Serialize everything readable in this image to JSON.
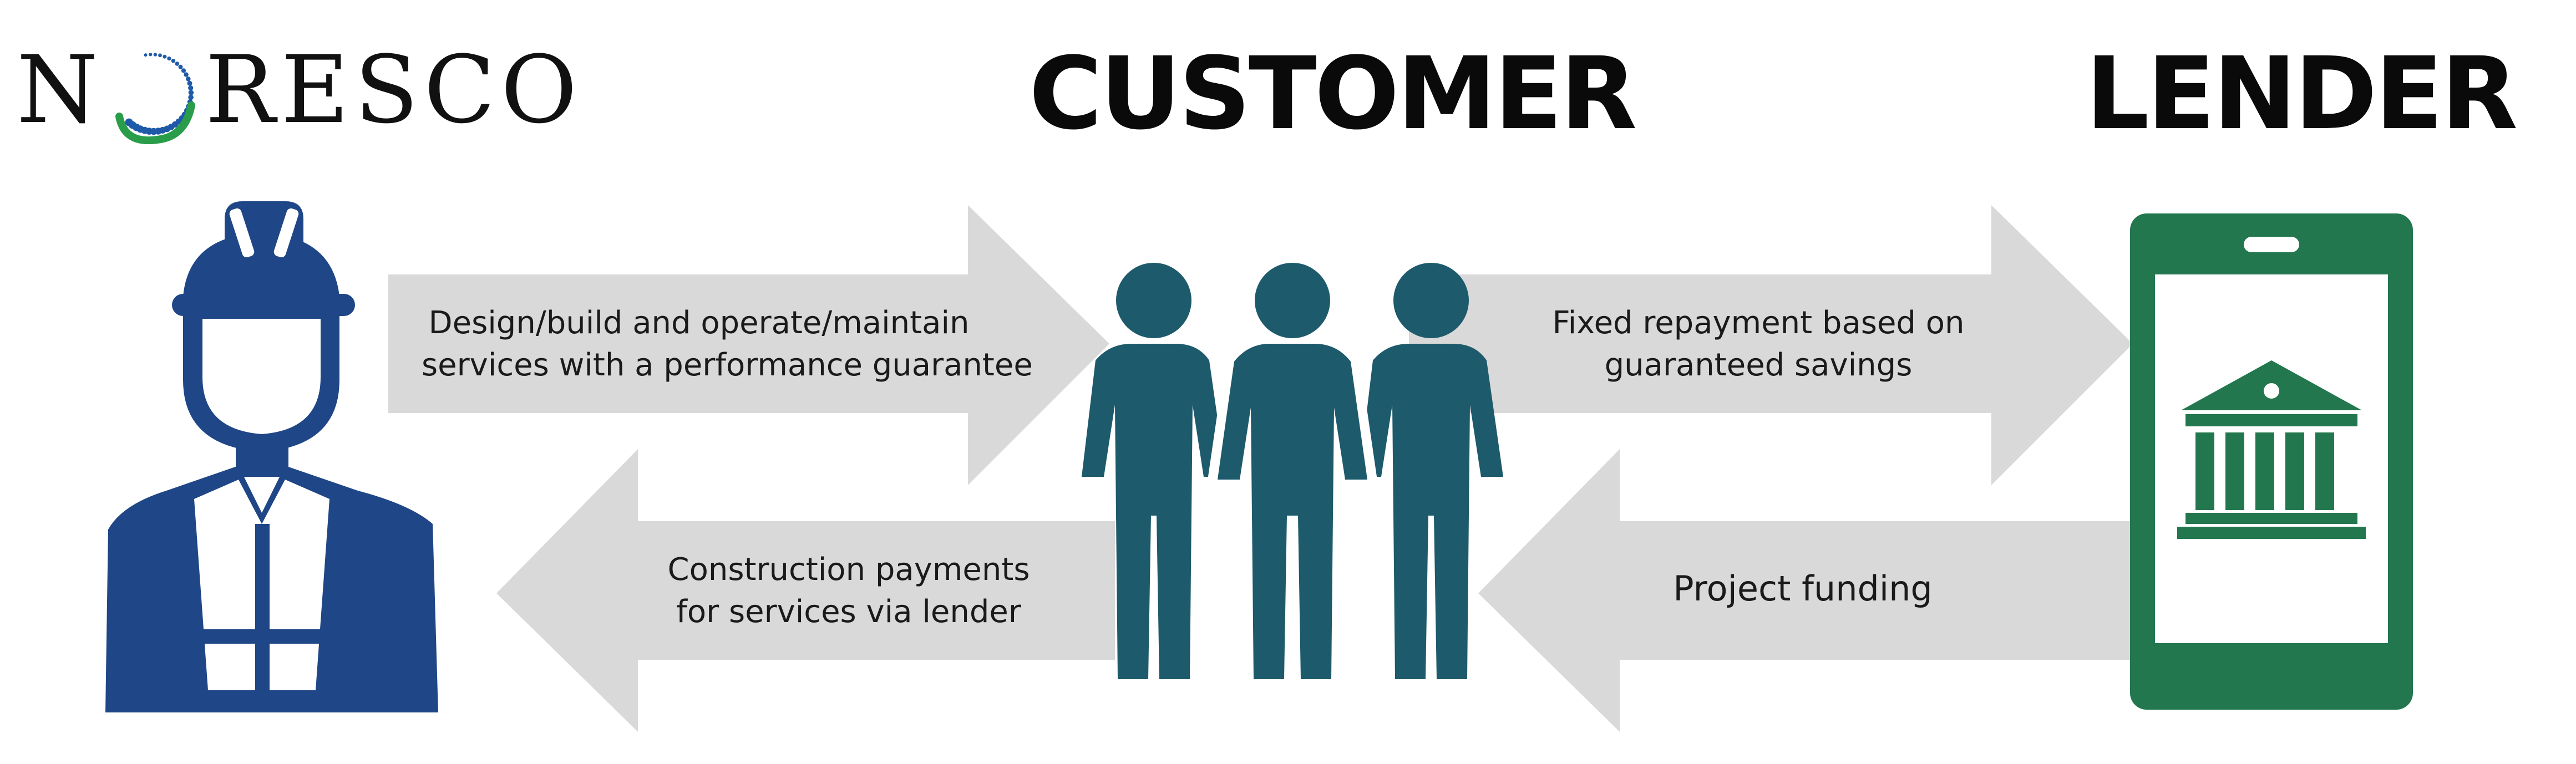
{
  "logo": {
    "first_letter": "N",
    "rest": "RESCO",
    "full": "NORESCO",
    "colors": {
      "text": "#111111",
      "swirl_blue": "#1f5aa8",
      "swirl_green": "#2a9d4a"
    }
  },
  "headings": {
    "customer": "CUSTOMER",
    "lender": "LENDER"
  },
  "arrows": {
    "noresco_to_customer": {
      "line1": "Design/build and operate/maintain",
      "line2": "services with a performance guarantee"
    },
    "customer_to_noresco": {
      "line1": "Construction payments",
      "line2": "for services via lender"
    },
    "customer_to_lender": {
      "line1": "Fixed repayment based on",
      "line2": "guaranteed savings"
    },
    "lender_to_customer": {
      "line1": "Project funding"
    }
  },
  "icons": {
    "contractor": "construction-worker-icon",
    "customer": "people-group-icon",
    "lender": "mobile-bank-icon"
  },
  "colors": {
    "arrow_fill": "#d9d9d9",
    "worker": "#1f4686",
    "people": "#1d5a6b",
    "phone": "#23774f",
    "heading": "#0a0a0a"
  }
}
